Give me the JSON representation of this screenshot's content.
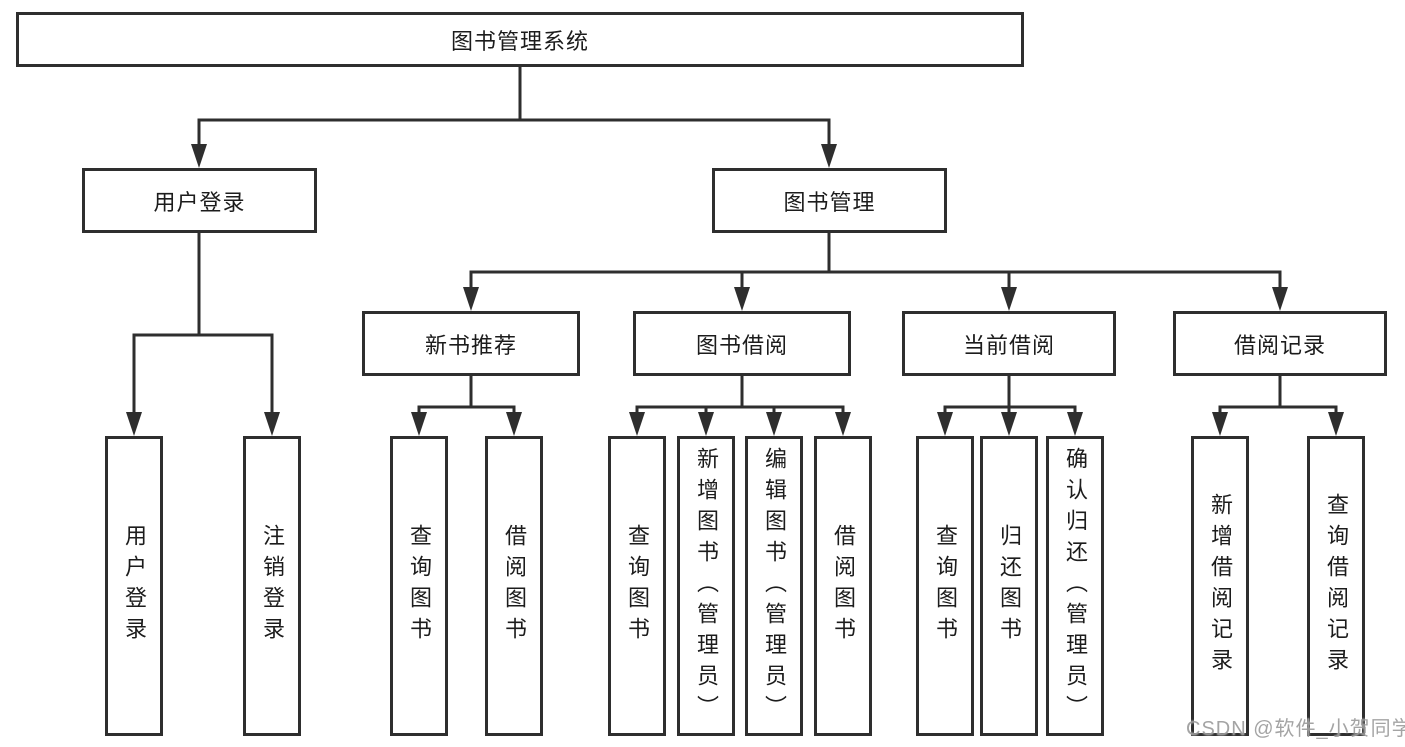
{
  "tree": {
    "root": "图书管理系统",
    "level1": {
      "user": "用户登录",
      "book": "图书管理"
    },
    "level2": {
      "recommend": "新书推荐",
      "borrow": "图书借阅",
      "current": "当前借阅",
      "records": "借阅记录"
    },
    "leaves": {
      "user": [
        "用户登录",
        "注销登录"
      ],
      "recommend": [
        "查询图书",
        "借阅图书"
      ],
      "borrow": [
        "查询图书",
        "新增图书（管理员）",
        "编辑图书（管理员）",
        "借阅图书"
      ],
      "current": [
        "查询图书",
        "归还图书",
        "确认归还（管理员）"
      ],
      "records": [
        "新增借阅记录",
        "查询借阅记录"
      ]
    }
  },
  "watermark": {
    "text": "CSDN @软件_小贺同学",
    "color": "#949494"
  },
  "colors": {
    "line": "#2e2e2e",
    "box_border": "#2e2e2e",
    "text": "#1c1c1c",
    "background": "#ffffff"
  }
}
